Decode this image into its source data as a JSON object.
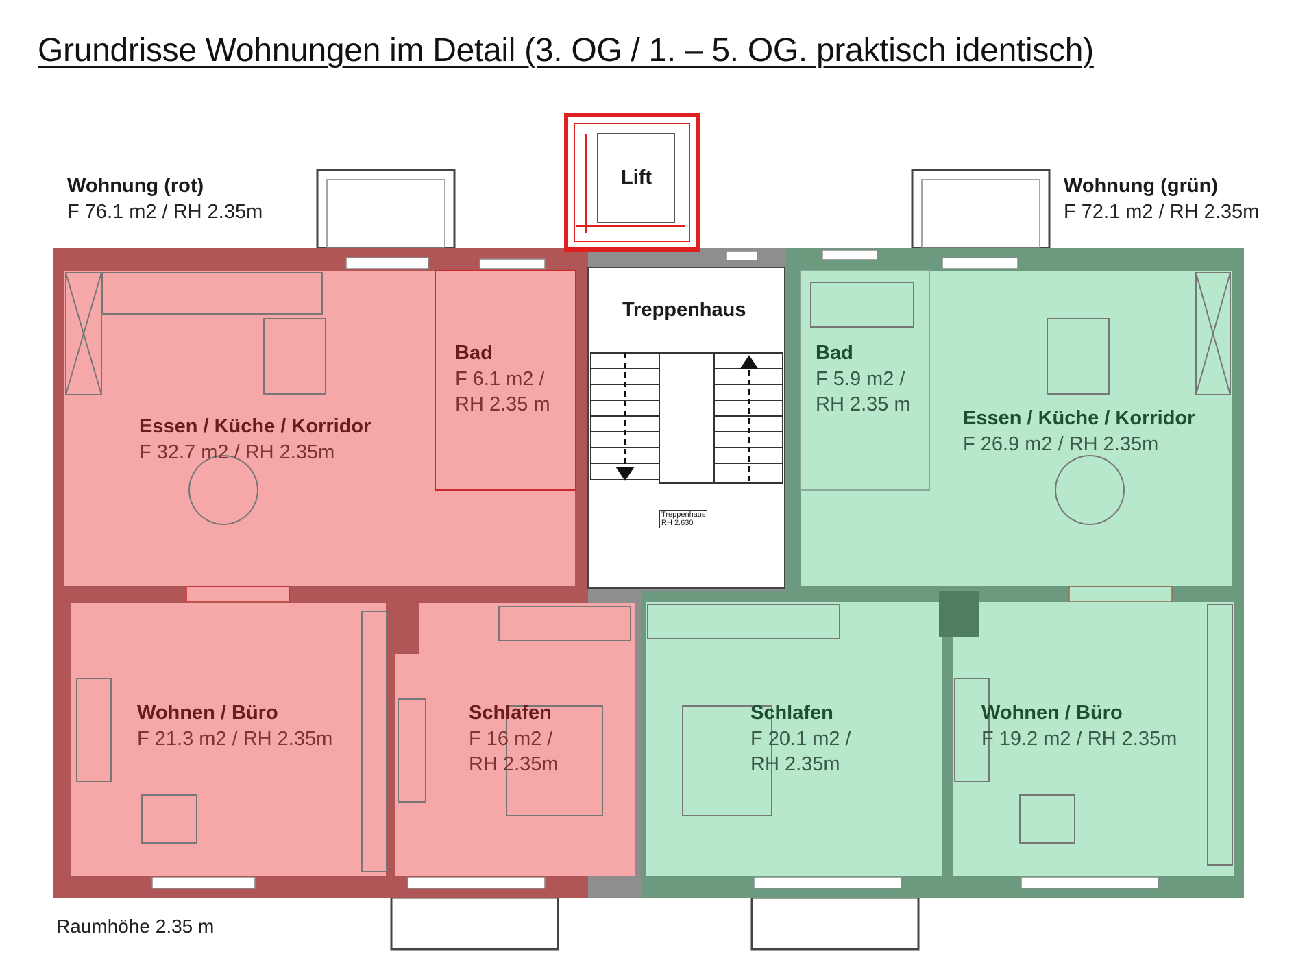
{
  "title": "Grundrisse Wohnungen im Detail (3. OG / 1. – 5. OG. praktisch identisch)",
  "colors": {
    "red_unit": "#f5a3a3",
    "red_wall": "#a84c4c",
    "green_unit": "#b5e6c9",
    "green_wall": "#5e8a70",
    "wall": "#8a8a8a",
    "lift": "#e02020"
  },
  "units": {
    "red": {
      "title": "Wohnung (rot)",
      "area": "F 76.1 m2 / RH 2.35m"
    },
    "green": {
      "title": "Wohnung (grün)",
      "area": "F 72.1 m2 / RH 2.35m"
    }
  },
  "core": {
    "lift": "Lift",
    "stairwell": "Treppenhaus",
    "stairwell_tag": {
      "line1": "Treppenhaus",
      "line2": "RH  2.630"
    }
  },
  "rooms": {
    "red_kitchen": {
      "name": "Essen / Küche / Korridor",
      "line1": "F 32.7 m2 / RH 2.35m"
    },
    "red_bath": {
      "name": "Bad",
      "line1": "F 6.1 m2 /",
      "line2": "RH 2.35 m"
    },
    "red_living": {
      "name": "Wohnen / Büro",
      "line1": "F 21.3 m2 / RH 2.35m"
    },
    "red_bedroom": {
      "name": "Schlafen",
      "line1": "F 16 m2 /",
      "line2": "RH 2.35m"
    },
    "green_bath": {
      "name": "Bad",
      "line1": "F 5.9 m2 /",
      "line2": "RH 2.35 m"
    },
    "green_kitchen": {
      "name": "Essen / Küche / Korridor",
      "line1": "F 26.9 m2 / RH 2.35m"
    },
    "green_bedroom": {
      "name": "Schlafen",
      "line1": "F 20.1 m2 /",
      "line2": "RH 2.35m"
    },
    "green_living": {
      "name": "Wohnen / Büro",
      "line1": "F 19.2 m2 / RH 2.35m"
    }
  },
  "note": "Raumhöhe 2.35 m"
}
